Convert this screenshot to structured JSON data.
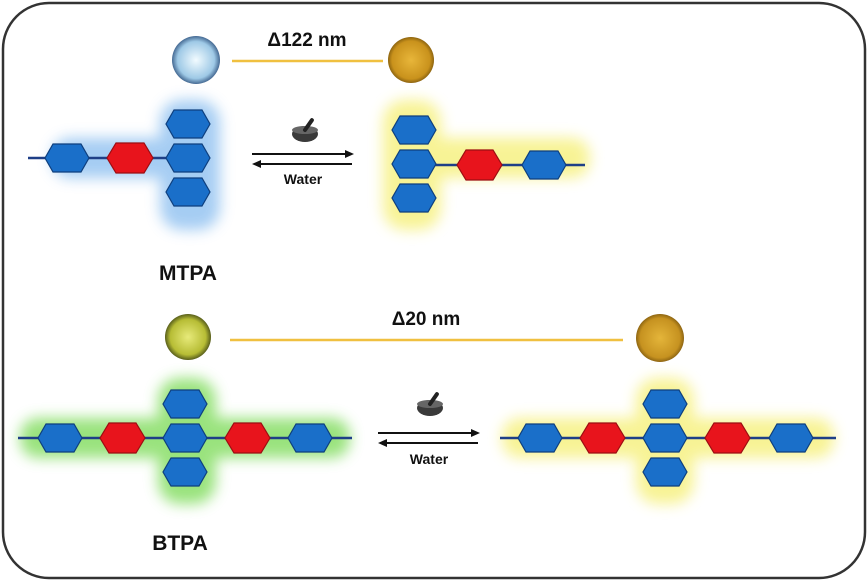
{
  "top": {
    "shift_label": "Δ122 nm",
    "molecule_name": "MTPA",
    "reverse_label": "Water",
    "left_powder_color": "#cfe6f3",
    "right_powder_color": "#d9a62a",
    "left_glow": "blue",
    "right_glow": "yellow"
  },
  "bottom": {
    "shift_label": "Δ20 nm",
    "molecule_name": "BTPA",
    "reverse_label": "Water",
    "left_powder_color": "#c9cf4a",
    "right_powder_color": "#d4a52a",
    "left_glow": "green",
    "right_glow": "yellow"
  },
  "colors": {
    "hexagon_blue": "#1a6fc9",
    "hexagon_red": "#e8141c",
    "bond": "#1e3f87",
    "shift_line": "#f0c040",
    "frame_border": "#333333"
  },
  "icons": {
    "grinding": "mortar-pestle-icon"
  }
}
